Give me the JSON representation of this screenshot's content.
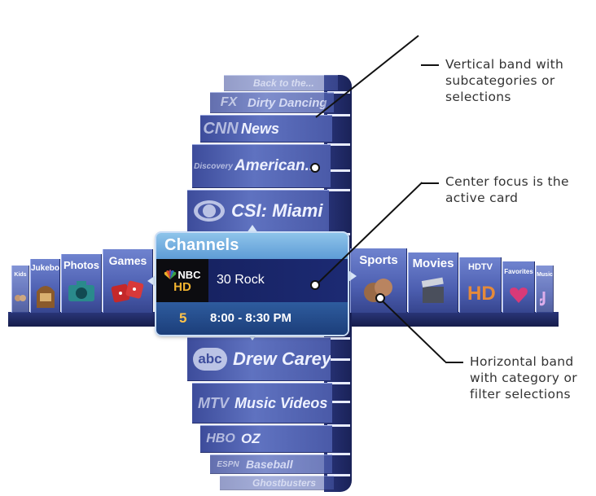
{
  "vertical_band": {
    "items": [
      {
        "logo": "",
        "title": "Back to the..."
      },
      {
        "logo": "FX",
        "title": "Dirty Dancing"
      },
      {
        "logo": "CNN",
        "title": "News"
      },
      {
        "logo": "Discovery",
        "title": "American..."
      },
      {
        "logo": "CBS",
        "title": "CSI: Miami"
      },
      {
        "logo": "abc",
        "title": "Drew Carey"
      },
      {
        "logo": "MTV",
        "title": "Music Videos"
      },
      {
        "logo": "HBO",
        "title": "OZ"
      },
      {
        "logo": "ESPN",
        "title": "Baseball"
      },
      {
        "logo": "",
        "title": "Ghostbusters"
      }
    ]
  },
  "horizontal_band": {
    "items": [
      {
        "label": "Kids",
        "icon": "kids-icon"
      },
      {
        "label": "Jukebox",
        "icon": "jukebox-icon"
      },
      {
        "label": "Photos",
        "icon": "camera-icon"
      },
      {
        "label": "Games",
        "icon": "dice-icon"
      },
      {
        "label": "Sports",
        "icon": "sports-ball-icon"
      },
      {
        "label": "Movies",
        "icon": "clapperboard-icon"
      },
      {
        "label": "HDTV",
        "icon": "hd-icon"
      },
      {
        "label": "Favorites",
        "icon": "heart-icon"
      },
      {
        "label": "Music",
        "icon": "music-note-icon"
      }
    ]
  },
  "focus_card": {
    "title": "Channels",
    "network_logo": "NBC",
    "network_sub": "HD",
    "show": "30 Rock",
    "channel_number": "5",
    "time_range": "8:00 - 8:30 PM"
  },
  "annotations": {
    "vertical": "Vertical band with subcategories or selections",
    "center": "Center focus is the active card",
    "horizontal": "Horizontal band with category or filter selections"
  },
  "colors": {
    "band_blue": "#5f72c0",
    "focus_header": "#8ec4ea",
    "channel_number": "#ffc34a"
  }
}
